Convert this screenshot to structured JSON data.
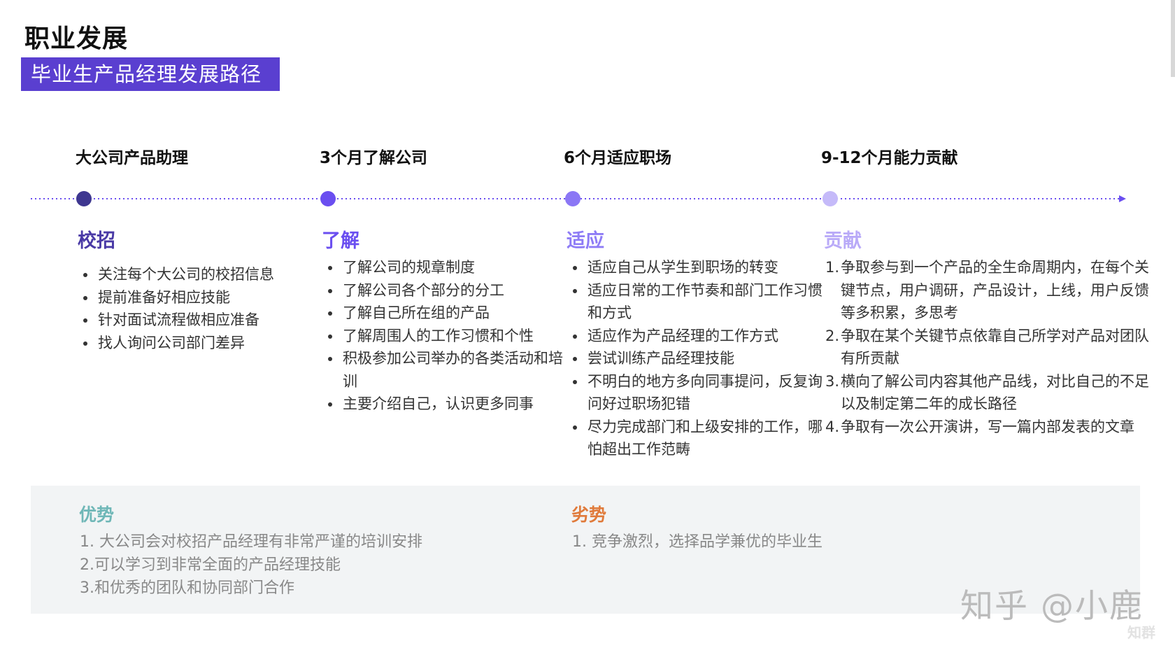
{
  "header": {
    "title": "职业发展",
    "subtitle": "毕业生产品经理发展路径"
  },
  "stages": [
    {
      "heading": "大公司产品助理",
      "title": "校招",
      "color": "#4a3aa6"
    },
    {
      "heading": "3个月了解公司",
      "title": "了解",
      "color": "#6a4ef0"
    },
    {
      "heading": "6个月适应职场",
      "title": "适应",
      "color": "#8e7cf6"
    },
    {
      "heading": "9-12个月能力贡献",
      "title": "贡献",
      "color": "#b9aaf8"
    }
  ],
  "timeline_colors": {
    "line": "#6a4ef0",
    "dot1": "#3e3790",
    "dot2": "#6a4ef0",
    "dot3": "#8b77f5",
    "dot4": "#c5baf9"
  },
  "columns": {
    "col1": [
      "关注每个大公司的校招信息",
      "提前准备好相应技能",
      "针对面试流程做相应准备",
      "找人询问公司部门差异"
    ],
    "col2": [
      "了解公司的规章制度",
      "了解公司各个部分的分工",
      "了解自己所在组的产品",
      "了解周围人的工作习惯和个性",
      "积极参加公司举办的各类活动和培训",
      "主要介绍自己，认识更多同事"
    ],
    "col3": [
      "适应自己从学生到职场的转变",
      "适应日常的工作节奏和部门工作习惯和方式",
      "适应作为产品经理的工作方式",
      "尝试训练产品经理技能",
      "不明白的地方多向同事提问，反复询问好过职场犯错",
      "尽力完成部门和上级安排的工作，哪怕超出工作范畴"
    ],
    "col4": [
      {
        "num": "1.",
        "text": "争取参与到一个产品的全生命周期内，在每个关键节点，用户调研，产品设计，上线，用户反馈等多积累，多思考"
      },
      {
        "num": "2.",
        "text": "争取在某个关键节点依靠自己所学对产品对团队有所贡献"
      },
      {
        "num": "3.",
        "text": "横向了解公司内容其他产品线，对比自己的不足以及制定第二年的成长路径"
      },
      {
        "num": "4.",
        "text": "争取有一次公开演讲，写一篇内部发表的文章"
      }
    ]
  },
  "summary": {
    "advantages": {
      "title": "优势",
      "color": "#6fb7b7",
      "items": [
        "1. 大公司会对校招产品经理有非常严谨的培训安排",
        "2.可以学习到非常全面的产品经理技能",
        "3.和优秀的团队和协同部门合作"
      ]
    },
    "disadvantages": {
      "title": "劣势",
      "color": "#e07a3a",
      "items": [
        "1. 竞争激烈，选择品学兼优的毕业生"
      ]
    }
  },
  "watermark": {
    "text": "知乎 @小鹿",
    "small": "知群"
  }
}
